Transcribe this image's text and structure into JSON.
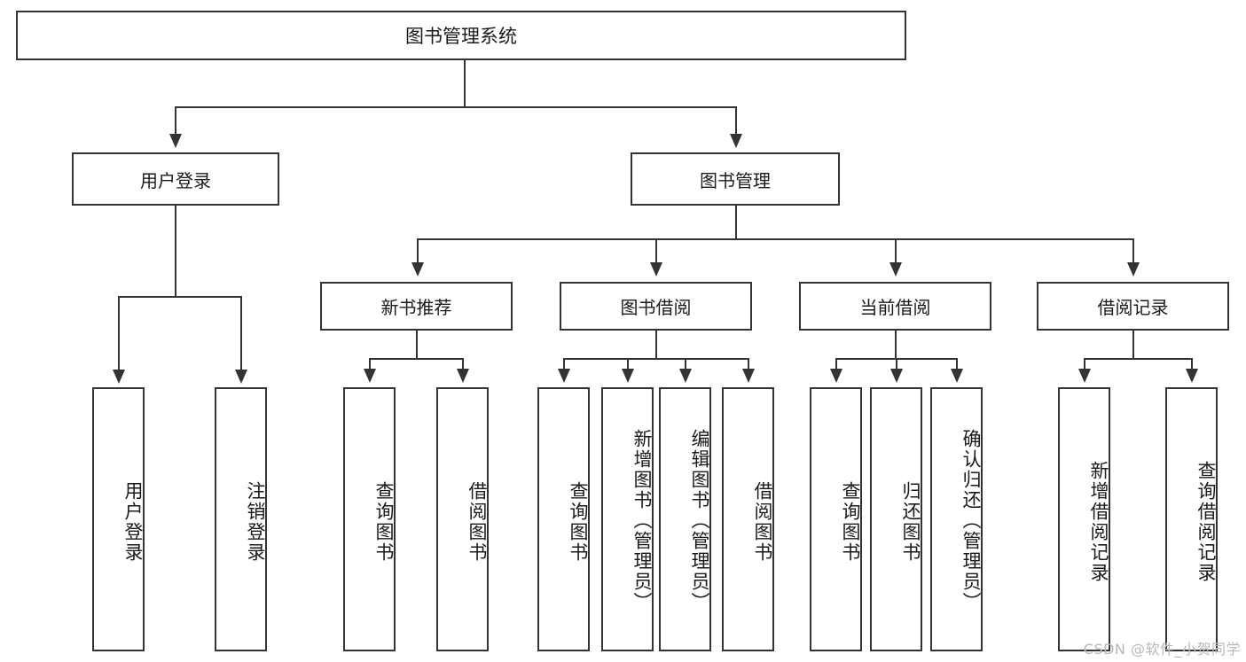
{
  "diagram": {
    "title": "图书管理系统",
    "type": "tree-hierarchy",
    "root": {
      "label": "图书管理系统"
    },
    "level2": [
      {
        "label": "用户登录"
      },
      {
        "label": "图书管理"
      }
    ],
    "level3": [
      {
        "label": "新书推荐"
      },
      {
        "label": "图书借阅"
      },
      {
        "label": "当前借阅"
      },
      {
        "label": "借阅记录"
      }
    ],
    "leaves": {
      "user_login": [
        {
          "label": "用户登录"
        },
        {
          "label": "注销登录"
        }
      ],
      "new_book_recommend": [
        {
          "label": "查询图书"
        },
        {
          "label": "借阅图书"
        }
      ],
      "book_borrow": [
        {
          "label": "查询图书"
        },
        {
          "label": "新增图书（管理员）"
        },
        {
          "label": "编辑图书（管理员）"
        },
        {
          "label": "借阅图书"
        }
      ],
      "current_borrow": [
        {
          "label": "查询图书"
        },
        {
          "label": "归还图书"
        },
        {
          "label": "确认归还（管理员）"
        }
      ],
      "borrow_record": [
        {
          "label": "新增借阅记录"
        },
        {
          "label": "查询借阅记录"
        }
      ]
    }
  },
  "watermark": {
    "text": "CSDN @软件_小贺同学"
  },
  "colors": {
    "stroke": "#333333",
    "fill": "#ffffff",
    "text": "#1a1a1a",
    "watermark": "#b8b8b8"
  }
}
